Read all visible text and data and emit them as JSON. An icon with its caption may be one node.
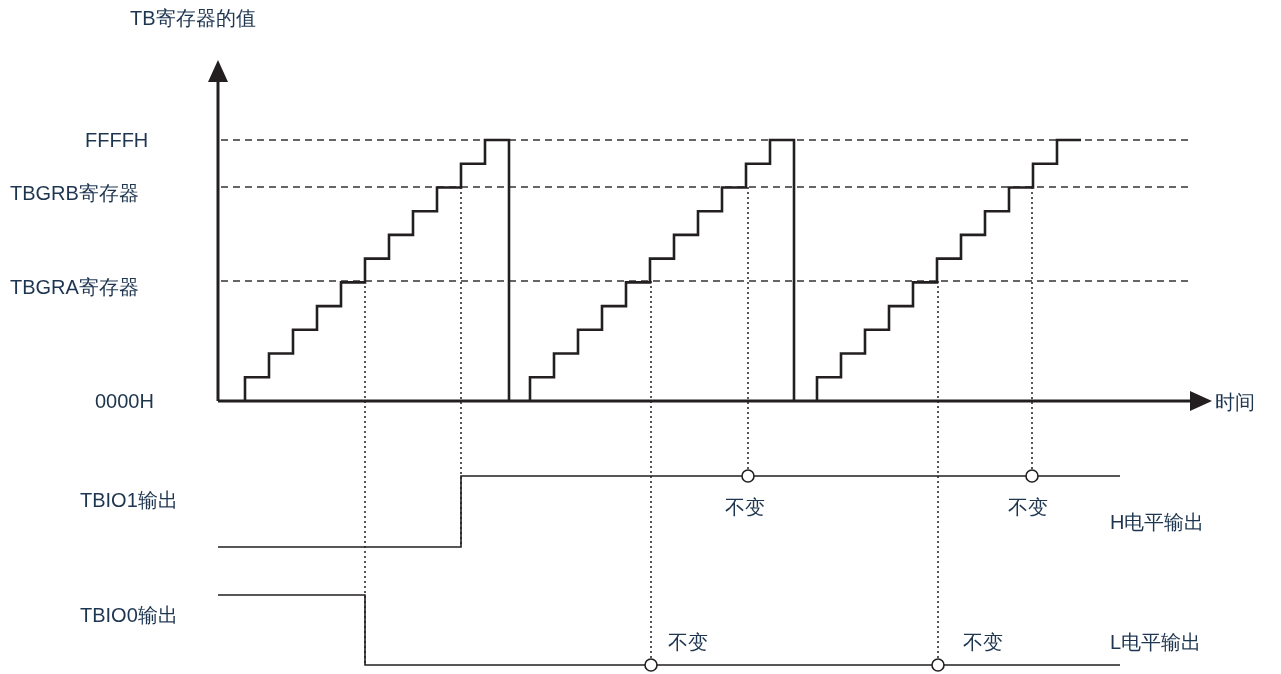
{
  "diagram": {
    "labels": [
      "TB寄存器的值",
      "FFFFH",
      "TBGRB寄存器",
      "TBGRA寄存器",
      "0000H",
      "时间",
      "TBIO1输出",
      "不变",
      "不变",
      "H电平输出",
      "TBIO0输出",
      "不变",
      "不变",
      "L电平输出"
    ]
  }
}
